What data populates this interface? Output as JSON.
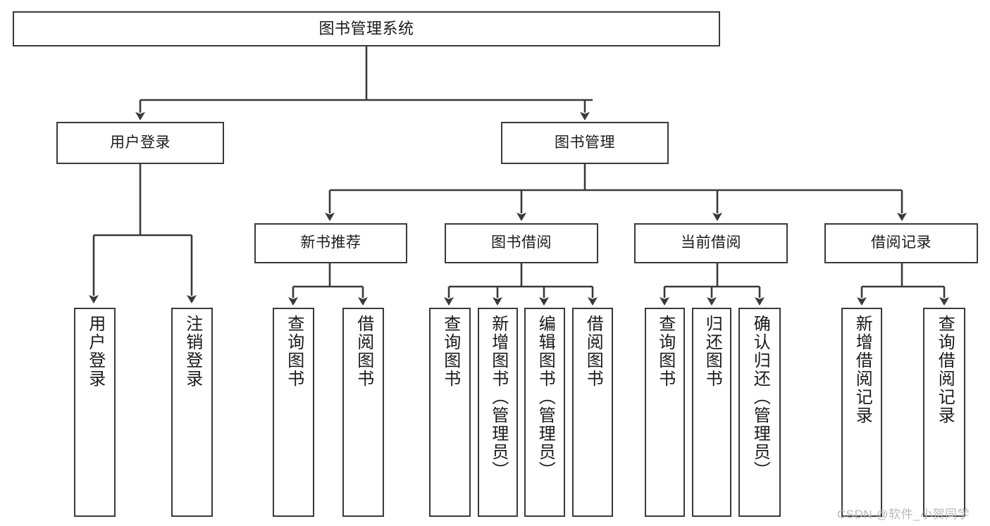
{
  "diagram": {
    "type": "tree-hierarchy",
    "title": "图书管理系统",
    "watermark": "CSDN @软件_小贺同学",
    "colors": {
      "stroke": "#3a3a3a",
      "fill": "#ffffff",
      "text": "#1a1a1a",
      "watermark": "#b9b9b9"
    },
    "nodes": {
      "root": {
        "label": "图书管理系统"
      },
      "level2": [
        {
          "id": "user-login",
          "label": "用户登录"
        },
        {
          "id": "book-manage",
          "label": "图书管理"
        }
      ],
      "level3": [
        {
          "id": "new-book-recommend",
          "label": "新书推荐"
        },
        {
          "id": "book-borrow",
          "label": "图书借阅"
        },
        {
          "id": "current-borrow",
          "label": "当前借阅"
        },
        {
          "id": "borrow-record",
          "label": "借阅记录"
        }
      ],
      "leaves": {
        "user_login": [
          {
            "id": "leaf-user-login",
            "label": "用户登录"
          },
          {
            "id": "leaf-logout-login",
            "label": "注销登录"
          }
        ],
        "new_book_recommend": [
          {
            "id": "leaf-query-book-1",
            "label": "查询图书"
          },
          {
            "id": "leaf-borrow-book-1",
            "label": "借阅图书"
          }
        ],
        "book_borrow": [
          {
            "id": "leaf-query-book-2",
            "label": "查询图书"
          },
          {
            "id": "leaf-add-book",
            "label": "新增图书（管理员）"
          },
          {
            "id": "leaf-edit-book",
            "label": "编辑图书（管理员）"
          },
          {
            "id": "leaf-borrow-book-2",
            "label": "借阅图书"
          }
        ],
        "current_borrow": [
          {
            "id": "leaf-query-book-3",
            "label": "查询图书"
          },
          {
            "id": "leaf-return-book",
            "label": "归还图书"
          },
          {
            "id": "leaf-confirm-return",
            "label": "确认归还（管理员）"
          }
        ],
        "borrow_record": [
          {
            "id": "leaf-add-borrow-record",
            "label": "新增借阅记录"
          },
          {
            "id": "leaf-query-borrow-record",
            "label": "查询借阅记录"
          }
        ]
      }
    }
  }
}
